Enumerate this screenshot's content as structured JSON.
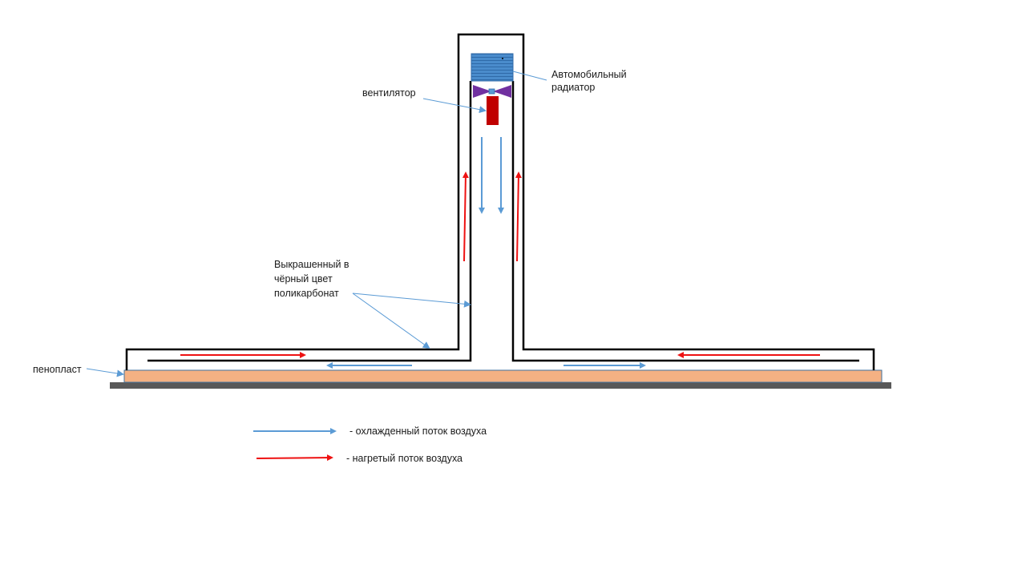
{
  "colors": {
    "wall": "#000000",
    "cold_flow": "#5b9bd5",
    "hot_flow": "#ee1111",
    "foam": "#f4b183",
    "foam_border": "#41719c",
    "base": "#595959",
    "radiator": "#4a8ccc",
    "radiator_stripe": "#2f6aa8",
    "fan": "#7030a0",
    "fan_hub": "#5b9bd5",
    "motor": "#c00000",
    "leader": "#5b9bd5"
  },
  "labels": {
    "radiator": [
      "Автомобильный",
      "радиатор"
    ],
    "fan": "вентилятор",
    "polycarbonate": [
      "Выкрашенный в",
      "чёрный цвет",
      "поликарбонат"
    ],
    "foam": "пенопласт"
  },
  "legend": [
    {
      "flow": "cold",
      "text": "- охлажденный поток воздуха"
    },
    {
      "flow": "hot",
      "text": "- нагретый поток воздуха"
    }
  ],
  "flows": {
    "left_channel_upper": {
      "flow": "hot",
      "direction": "right"
    },
    "left_channel_lower": {
      "flow": "cold",
      "direction": "left"
    },
    "right_channel_upper": {
      "flow": "hot",
      "direction": "left"
    },
    "right_channel_lower": {
      "flow": "cold",
      "direction": "right"
    },
    "chimney_left": {
      "flow": "hot",
      "direction": "up"
    },
    "chimney_right": {
      "flow": "hot",
      "direction": "up"
    },
    "chimney_center_1": {
      "flow": "cold",
      "direction": "down"
    },
    "chimney_center_2": {
      "flow": "cold",
      "direction": "down"
    }
  }
}
